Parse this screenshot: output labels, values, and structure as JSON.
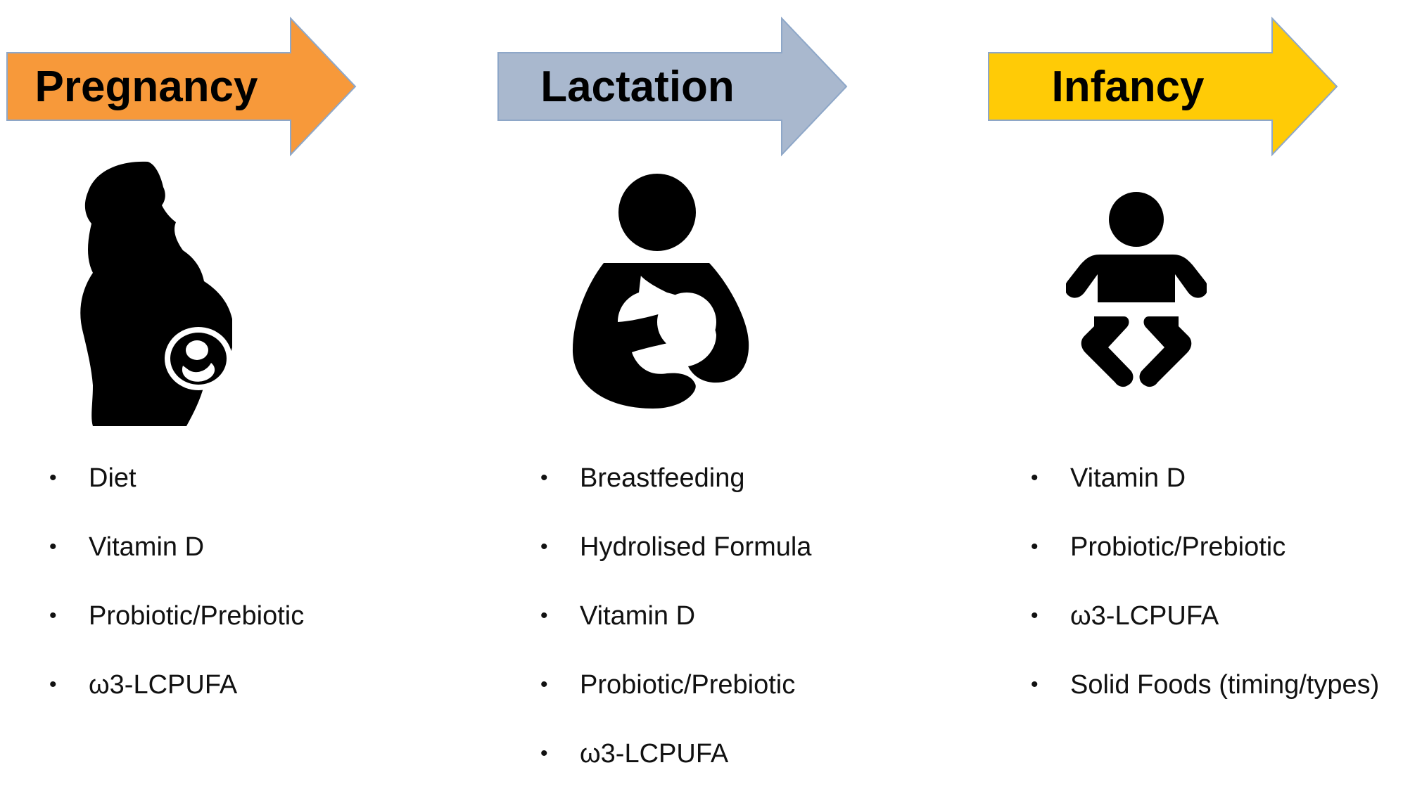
{
  "colors": {
    "pregnancy": "#F7993A",
    "lactation": "#A9B8CE",
    "infancy": "#FFCB06",
    "arrow_stroke": "#8EA7C8",
    "icon": "#000000"
  },
  "stages": [
    {
      "label": "Pregnancy",
      "icon": "pregnant-woman-icon",
      "items": [
        "Diet",
        "Vitamin D",
        "Probiotic/Prebiotic",
        "ω3-LCPUFA"
      ]
    },
    {
      "label": "Lactation",
      "icon": "breastfeeding-icon",
      "items": [
        "Breastfeeding",
        "Hydrolised Formula",
        "Vitamin D",
        "Probiotic/Prebiotic",
        "ω3-LCPUFA"
      ]
    },
    {
      "label": "Infancy",
      "icon": "baby-icon",
      "items": [
        "Vitamin D",
        "Probiotic/Prebiotic",
        "ω3-LCPUFA",
        "Solid Foods (timing/types)"
      ]
    }
  ]
}
